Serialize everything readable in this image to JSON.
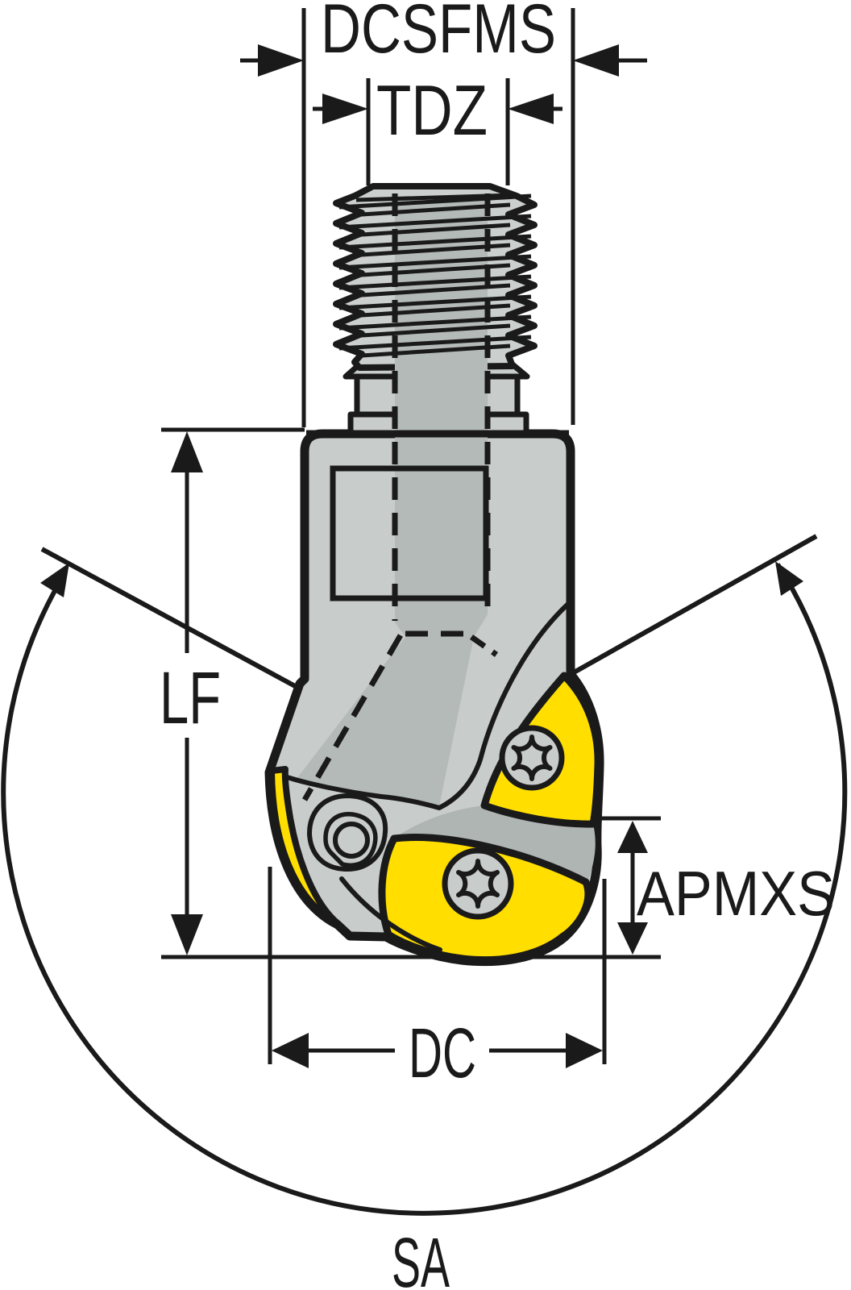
{
  "labels": {
    "top_outer": "DCSFMS",
    "top_inner": "TDZ",
    "left": "LF",
    "bottom": "DC",
    "right": "APMXS",
    "angle_bottom": "SA"
  },
  "colors": {
    "insert": "#FFDE00",
    "body": "#C8CCCA",
    "body_light": "#CBD0CE",
    "bore_band": "#B4BAB8",
    "shadow": "#AFB5B3",
    "line": "#1A1A1A",
    "bg": "#FFFFFF"
  }
}
